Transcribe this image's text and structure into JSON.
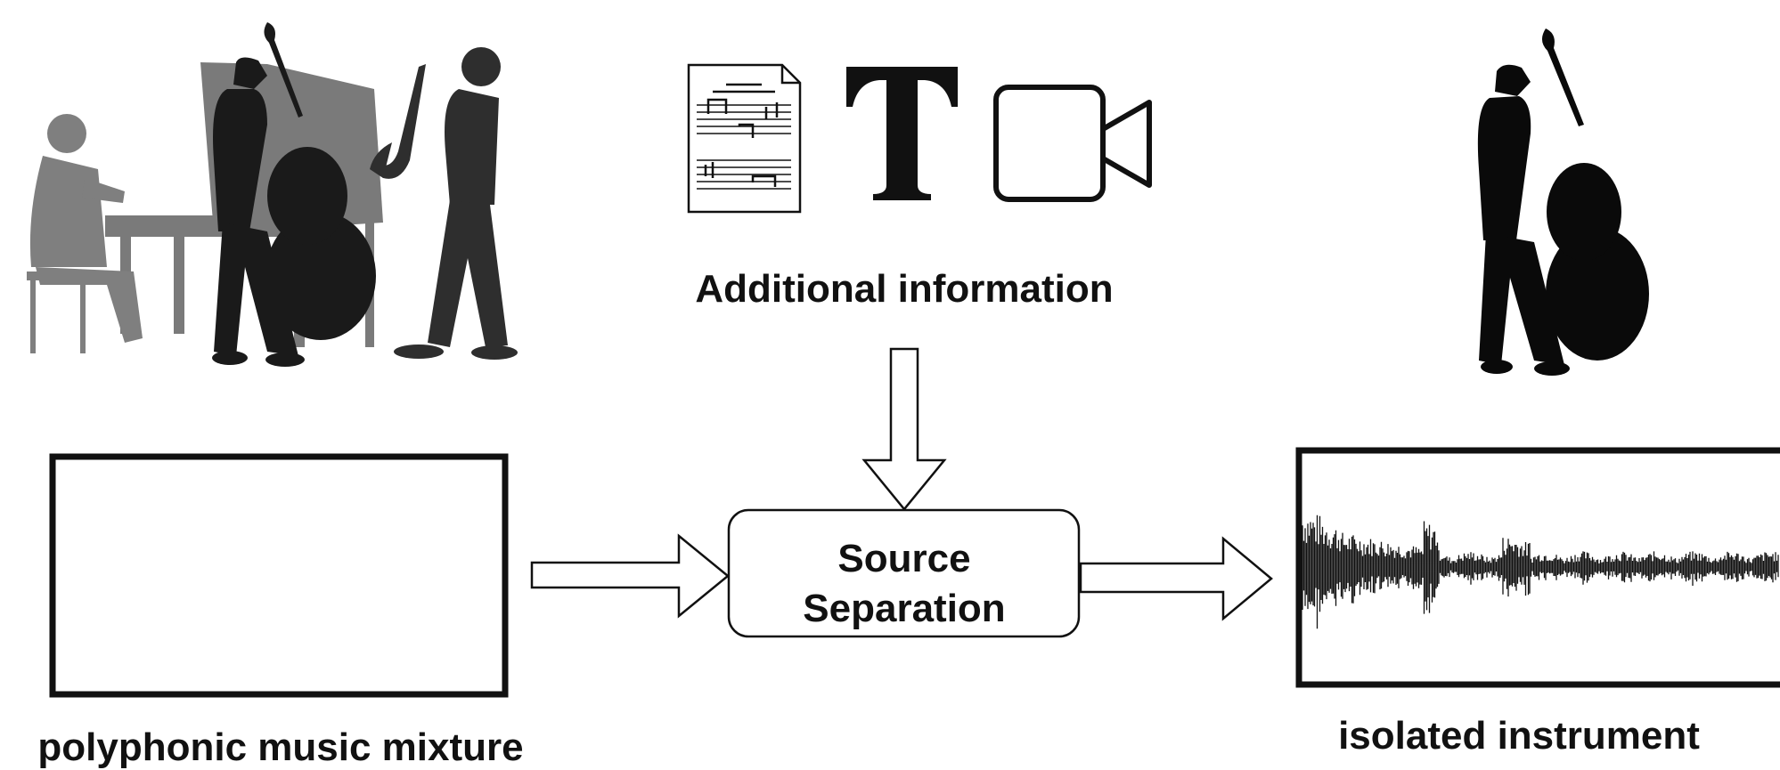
{
  "labels": {
    "additional_information": "Additional information",
    "source_separation_line1": "Source",
    "source_separation_line2": "Separation",
    "mixture": "polyphonic music mixture",
    "isolated": "isolated instrument"
  },
  "icons": [
    "ensemble-silhouette-icon",
    "sheet-music-icon",
    "text-T-icon",
    "video-camera-icon",
    "bassist-silhouette-icon",
    "waveform-icon"
  ],
  "colors": {
    "ink": "#111111",
    "piano_gray": "#6e6e6e",
    "background": "#ffffff"
  }
}
